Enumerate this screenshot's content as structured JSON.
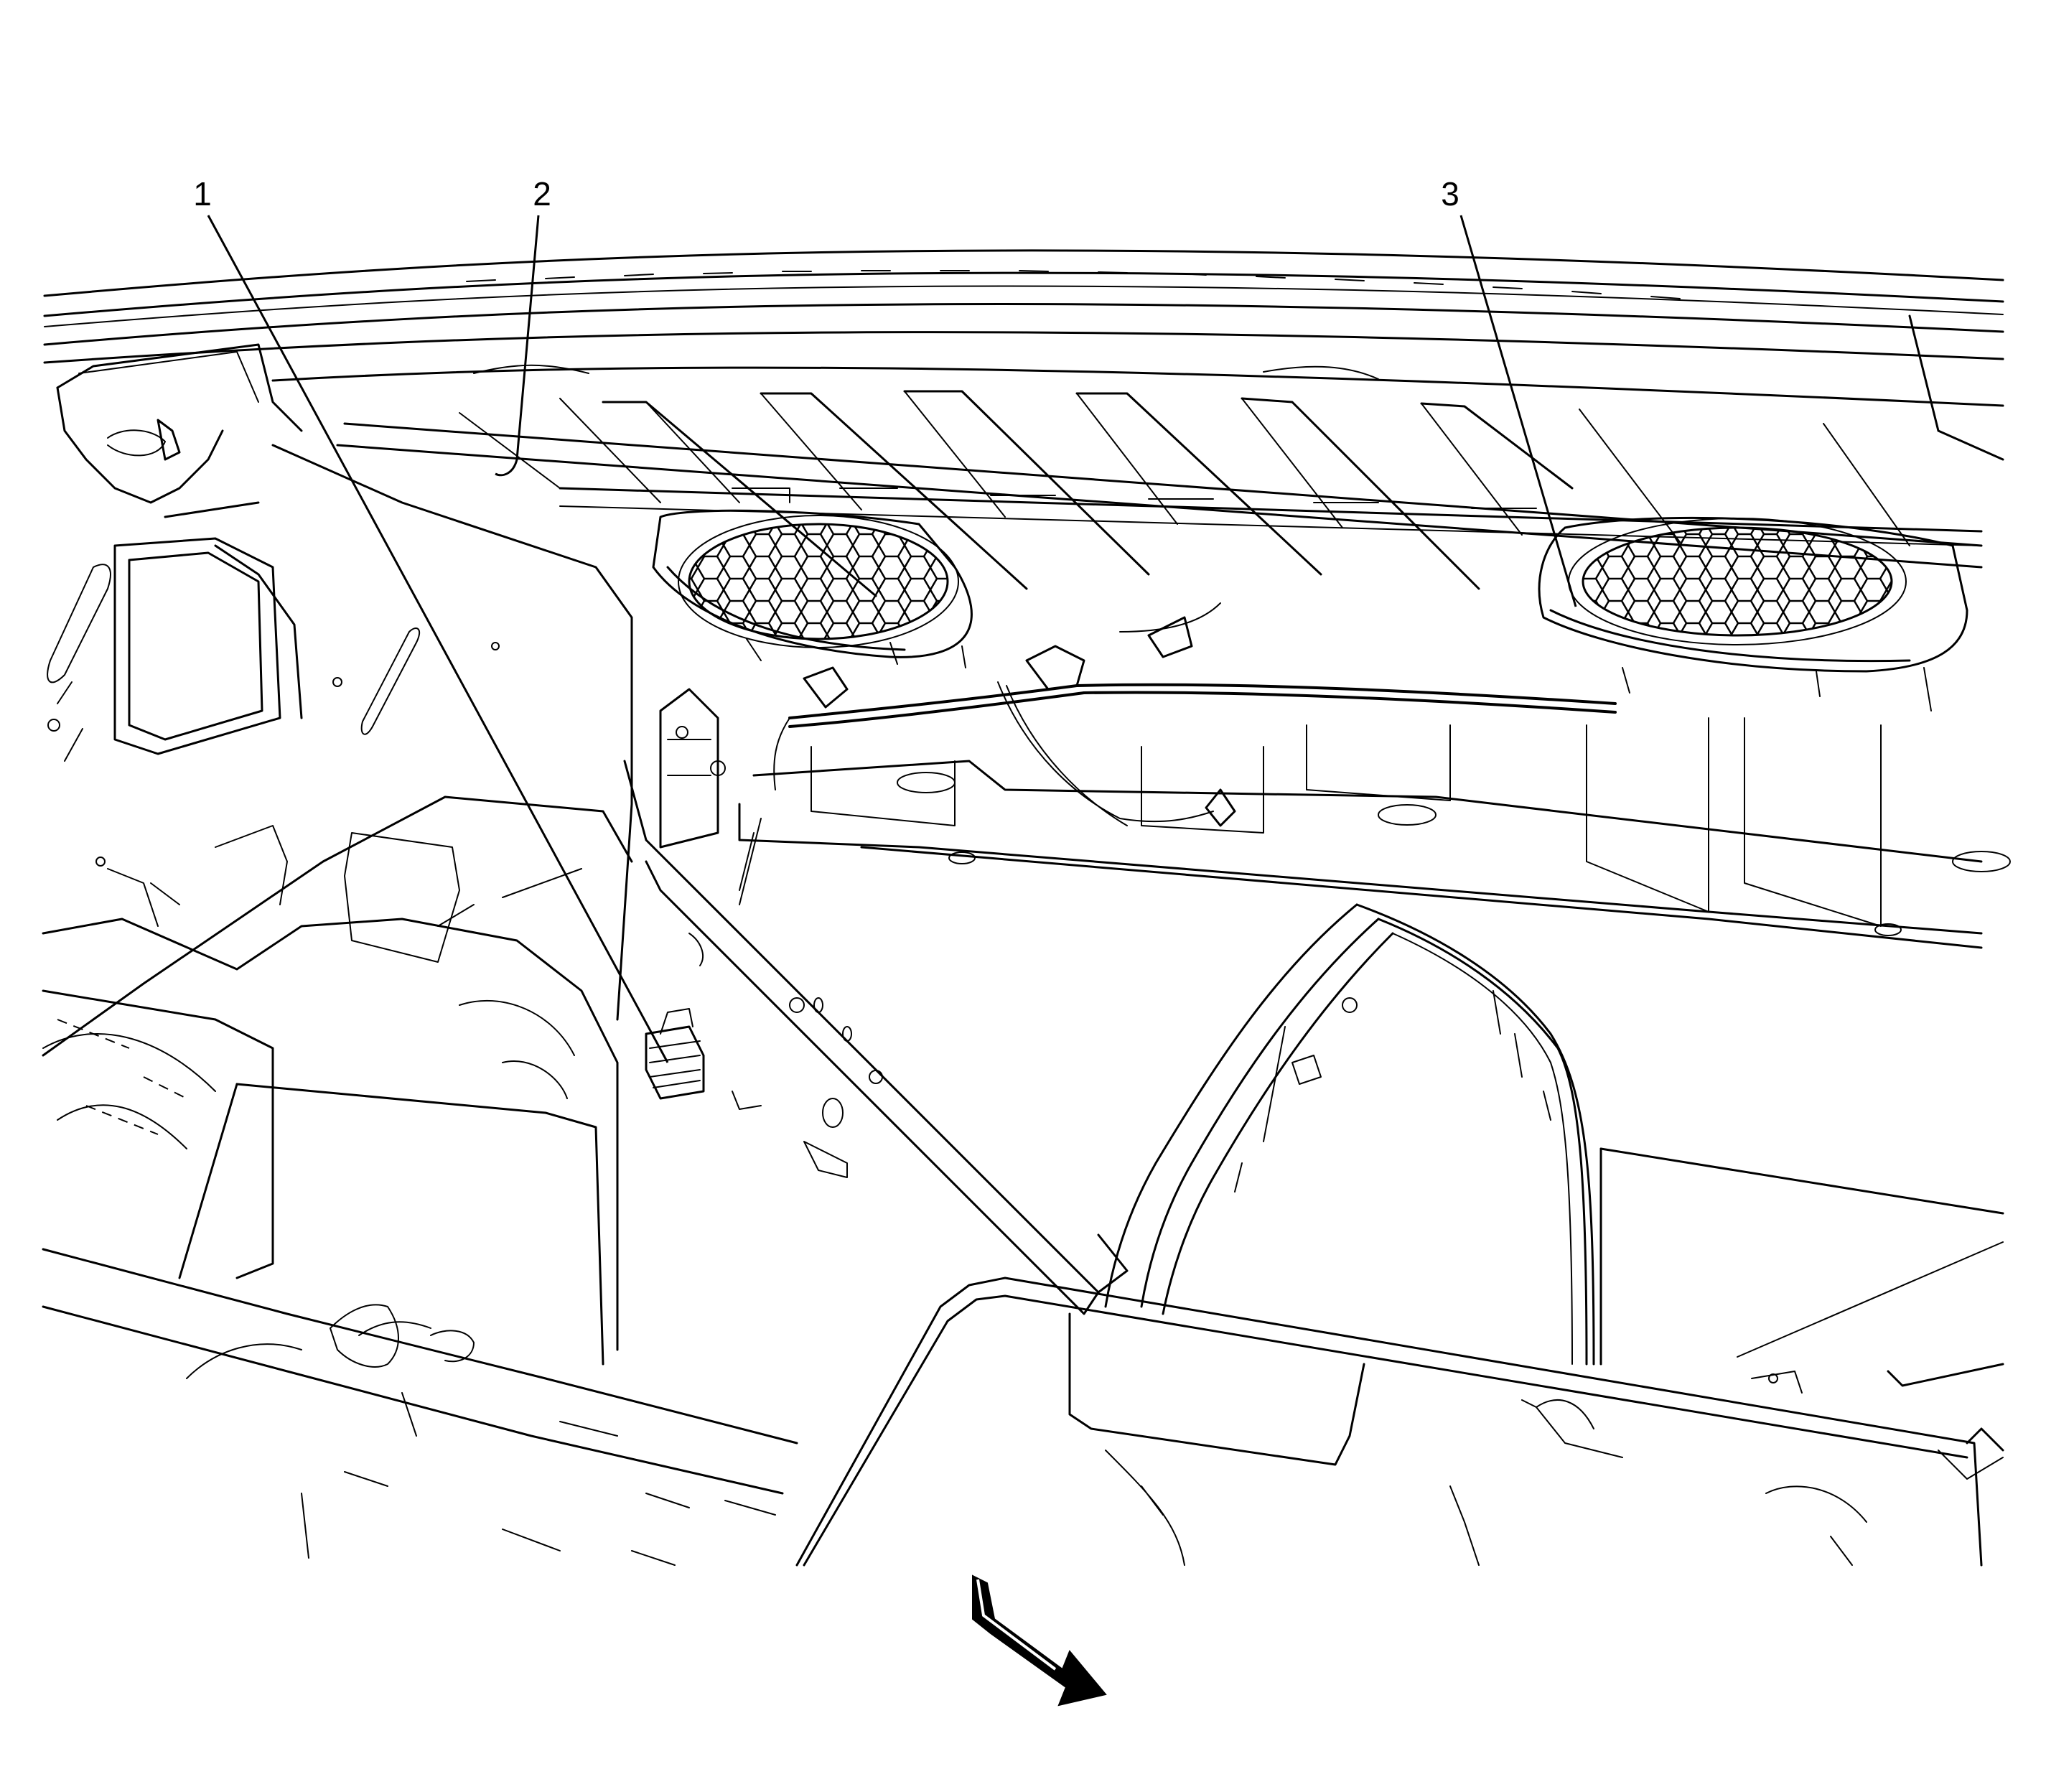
{
  "callouts": [
    {
      "id": "1",
      "label": "1"
    },
    {
      "id": "2",
      "label": "2"
    },
    {
      "id": "3",
      "label": "3"
    }
  ],
  "icons": {
    "direction_arrow": "arrow-forward-icon",
    "speaker_left": "speaker-grille-icon",
    "speaker_right": "speaker-grille-icon",
    "connector": "electrical-connector-icon"
  },
  "colors": {
    "line": "#000000",
    "background": "#ffffff"
  }
}
